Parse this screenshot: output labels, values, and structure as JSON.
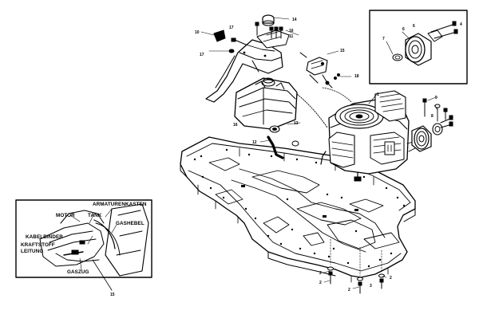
{
  "parts": [
    {
      "id": "p14",
      "label": "14"
    },
    {
      "id": "p10",
      "label": "10"
    },
    {
      "id": "p17a",
      "label": "17"
    },
    {
      "id": "p17b",
      "label": "17"
    },
    {
      "id": "p16a",
      "label": "16"
    },
    {
      "id": "p11",
      "label": "11"
    },
    {
      "id": "p15",
      "label": "15"
    },
    {
      "id": "p18",
      "label": "18"
    },
    {
      "id": "p16b",
      "label": "16"
    },
    {
      "id": "p13",
      "label": "13"
    },
    {
      "id": "p12",
      "label": "12"
    },
    {
      "id": "p1",
      "label": "1"
    },
    {
      "id": "p9",
      "label": "9"
    },
    {
      "id": "p8",
      "label": "8"
    },
    {
      "id": "p2a",
      "label": "2"
    },
    {
      "id": "p2b",
      "label": "2"
    },
    {
      "id": "p2c",
      "label": "2"
    },
    {
      "id": "p2d",
      "label": "2"
    },
    {
      "id": "p3",
      "label": "3"
    },
    {
      "id": "p6",
      "label": "6"
    },
    {
      "id": "p6b",
      "label": "6"
    },
    {
      "id": "p4",
      "label": "4"
    },
    {
      "id": "p7",
      "label": "7"
    }
  ],
  "inset": {
    "labels": {
      "armaturenkasten": "ARMATURENKASTEN",
      "motor": "MOTOR",
      "tank": "TANK",
      "gashebel": "GASHEBEL",
      "kabelbinder": "KABELBINDER",
      "kraftstoff": "KRAFTSTOFF",
      "leitung": "LEITUNG",
      "gaszug": "GASZUG",
      "ref15": "15"
    }
  }
}
